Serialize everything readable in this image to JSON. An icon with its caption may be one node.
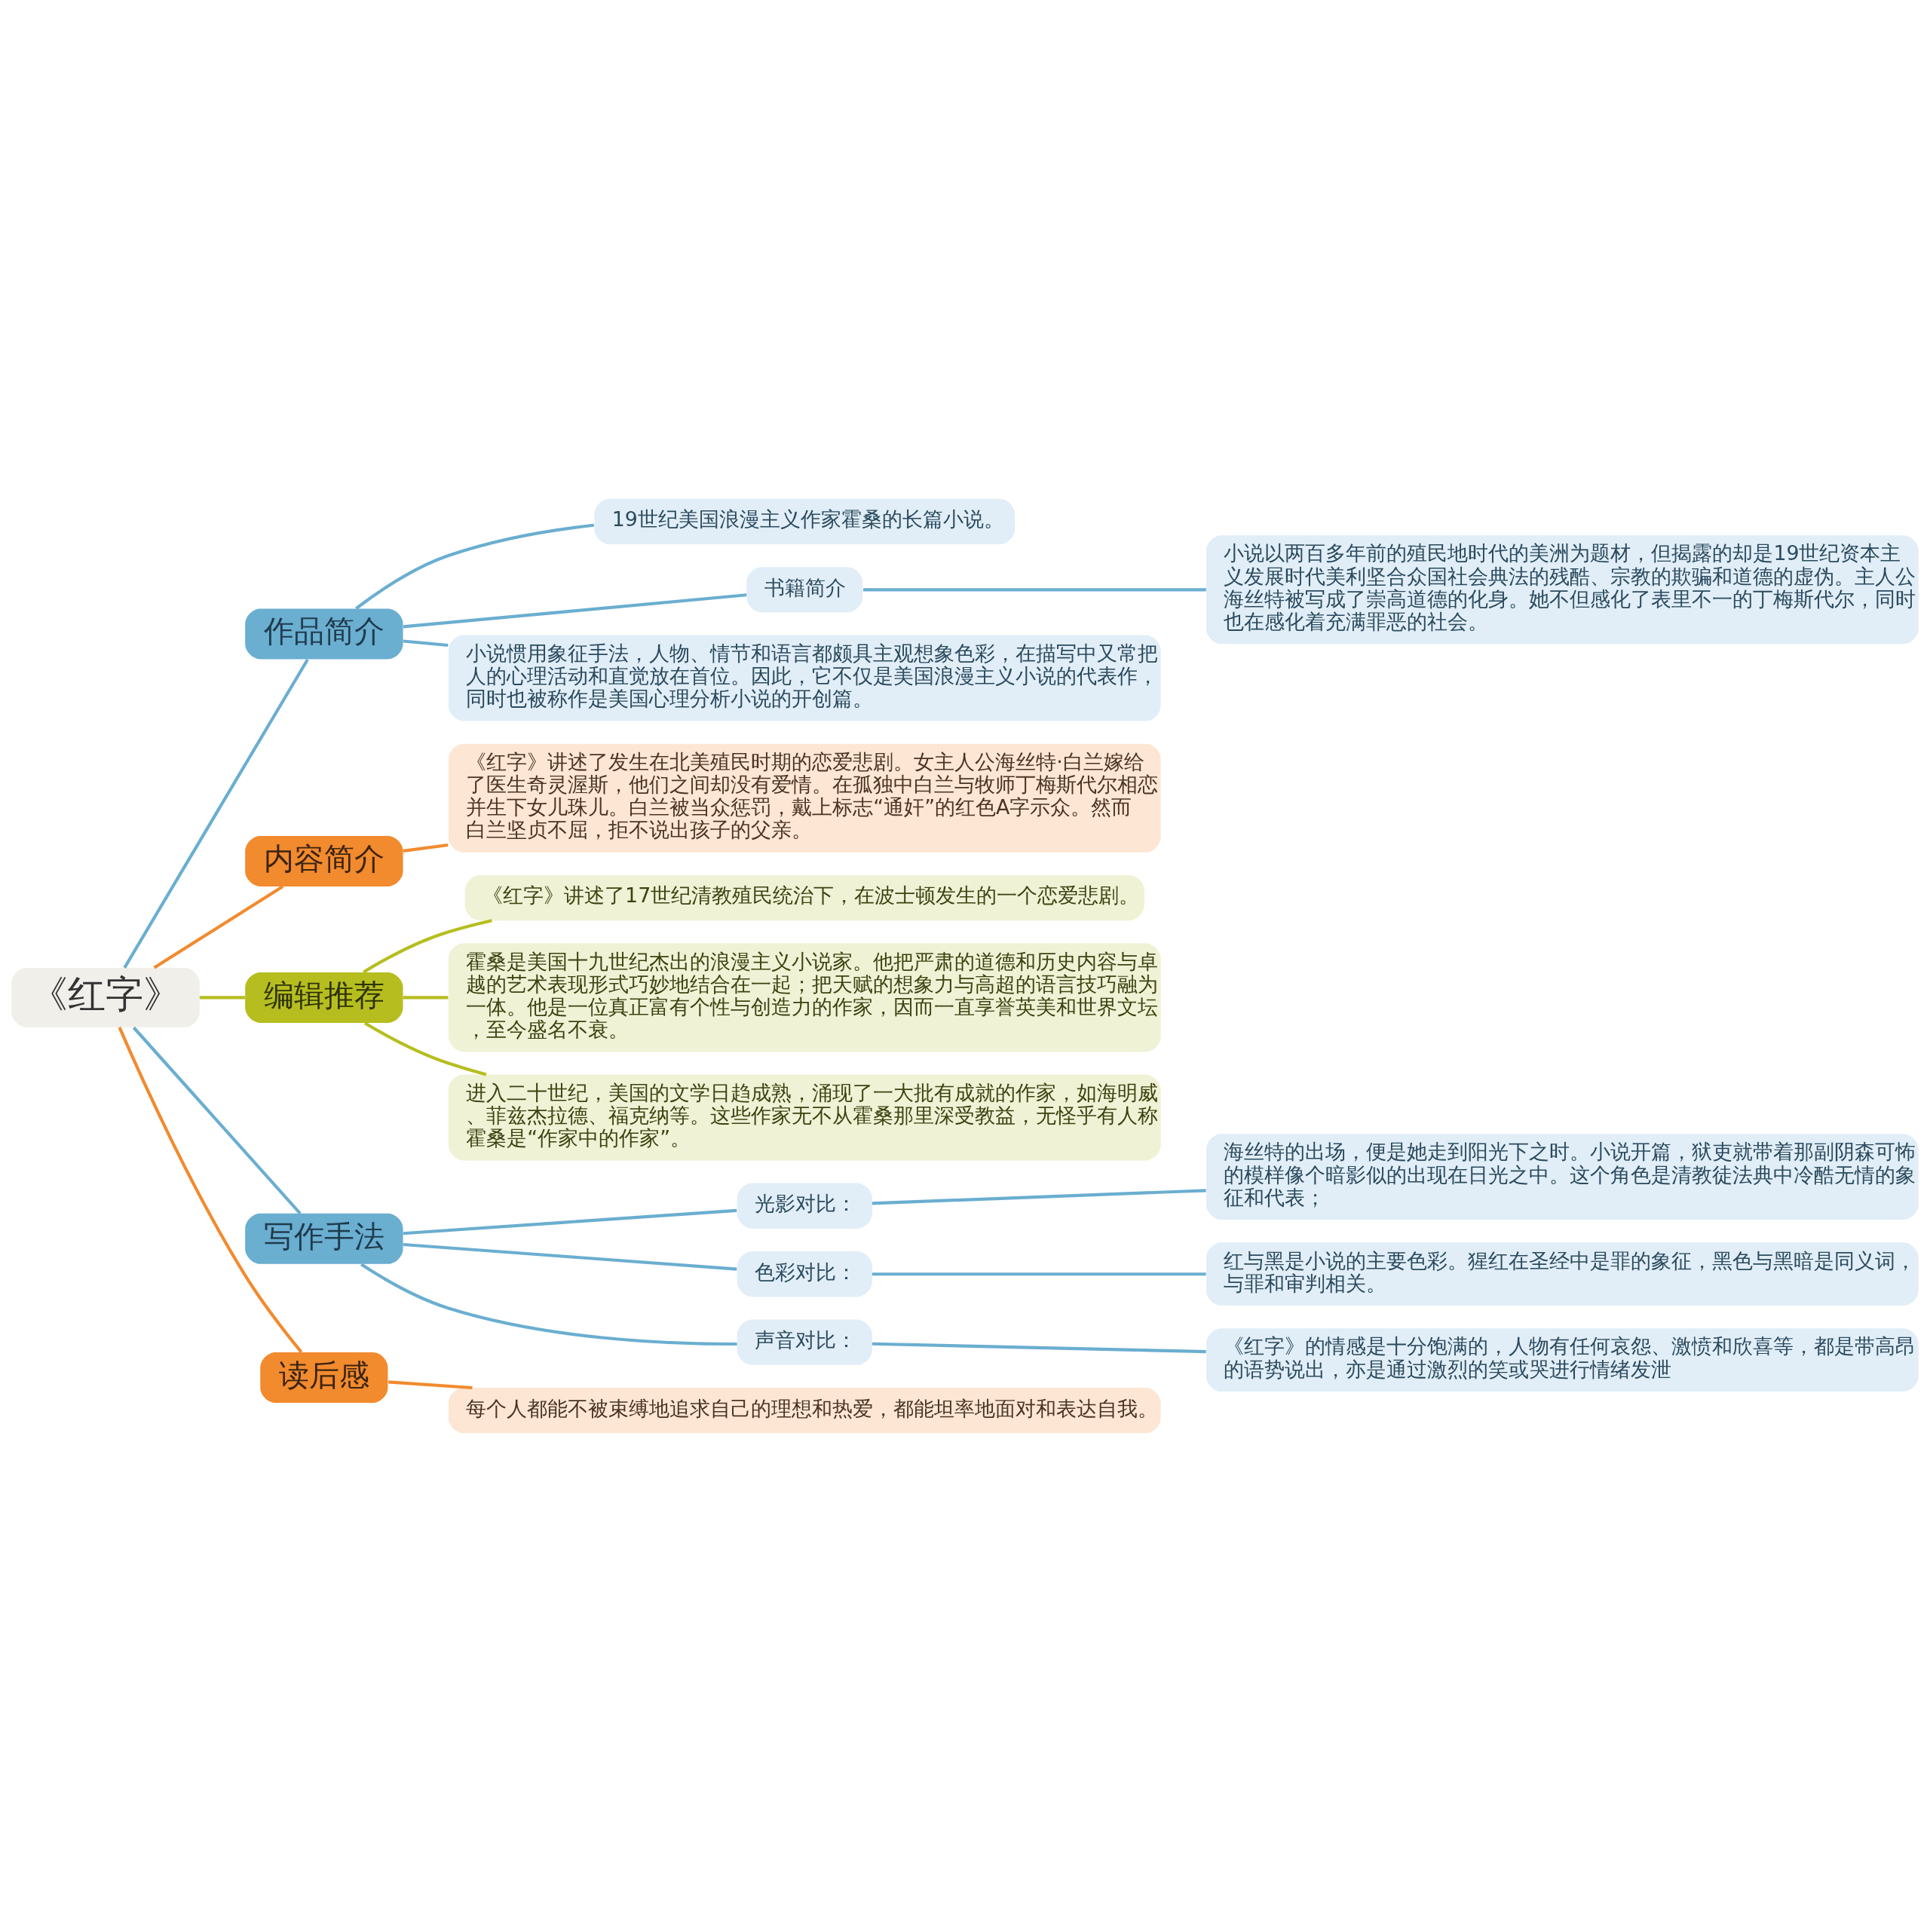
{
  "diagram": {
    "nodes": [
      {
        "text": [
          "《红字》"
        ]
      },
      {
        "text": [
          "作品简介"
        ]
      },
      {
        "text": [
          "19世纪美国浪漫主义作家霍桑的长篇小说。"
        ]
      },
      {
        "text": [
          "书籍简介"
        ]
      },
      {
        "text": [
          "小说以两百多年前的殖民地时代的美洲为题材，但揭露的却是19世纪资本主义发展时代美利坚合众国社会典法的残酷、宗教的欺骗和道德的虚伪。主人公海丝特被写成了崇高道德的化身。她不但感化了表里不一的丁梅斯代尔，同时也在感化着充满罪恶的社会。"
        ]
      },
      {
        "text": [
          "小说惯用象征手法，人物、情节和语言都颇具主观想象色彩，在描写中又常把人的心理活动和直觉放在首位。因此，它不仅是美国浪漫主义小说的代表作，同时也被称作是美国心理分析小说的开创篇。"
        ]
      },
      {
        "text": [
          "内容简介"
        ]
      },
      {
        "text": [
          "《红字》讲述了发生在北美殖民时期的恋爱悲剧。女主人公海丝特·白兰嫁给了医生奇灵渥斯，他们之间却没有爱情。在孤独中白兰与牧师丁梅斯代尔相恋并生下女儿珠儿。白兰被当众惩罚，戴上标志“通奸”的红色A字示众。然而白兰坚贞不屈，拒不说出孩子的父亲。"
        ]
      },
      {
        "text": [
          "编辑推荐"
        ]
      },
      {
        "text": [
          "《红字》讲述了17世纪清教殖民统治下，在波士顿发生的一个恋爱悲剧。"
        ]
      },
      {
        "text": [
          "霍桑是美国十九世纪杰出的浪漫主义小说家。他把严肃的道德和历史内容与卓越的艺术表现形式巧妙地结合在一起；把天赋的想象力与高超的语言技巧融为一体。他是一位真正富有个性与创造力的作家，因而一直享誉英美和世界文坛，至今盛名不衰。"
        ]
      },
      {
        "text": [
          "进入二十世纪，美国的文学日趋成熟，涌现了一大批有成就的作家，如海明威、菲兹杰拉德、福克纳等。这些作家无不从霍桑那里深受教益，无怪乎有人称霍桑是“作家中的作家”。"
        ]
      },
      {
        "text": [
          "写作手法"
        ]
      },
      {
        "text": [
          "光影对比："
        ]
      },
      {
        "text": [
          "海丝特的出场，便是她走到阳光下之时。小说开篇，狱吏就带着那副阴森可怖的模样像个暗影似的出现在日光之中。这个角色是清教徒法典中冷酷无情的象征和代表；"
        ]
      },
      {
        "text": [
          "色彩对比："
        ]
      },
      {
        "text": [
          "红与黑是小说的主要色彩。猩红在圣经中是罪的象征，黑色与黑暗是同义词，与罪和审判相关。"
        ]
      },
      {
        "text": [
          "声音对比："
        ]
      },
      {
        "text": [
          "《红字》的情感是十分饱满的，人物有任何哀怨、激愤和欣喜等，都是带高昂的语势说出，亦是通过激烈的笑或哭进行情绪发泄"
        ]
      },
      {
        "text": [
          "读后感"
        ]
      },
      {
        "text": [
          "每个人都能不被束缚地追求自己的理想和热爱，都能坦率地面对和表达自我。"
        ]
      }
    ],
    "edges": [
      {
        "from": 0,
        "to": 1,
        "arrow": "none"
      },
      {
        "from": 1,
        "to": 2,
        "arrow": "none"
      },
      {
        "from": 1,
        "to": 3,
        "arrow": "none"
      },
      {
        "from": 3,
        "to": 4,
        "arrow": "none"
      },
      {
        "from": 1,
        "to": 5,
        "arrow": "none"
      },
      {
        "from": 0,
        "to": 6,
        "arrow": "none",
        "color": "#f28a2e"
      },
      {
        "from": 6,
        "to": 7,
        "arrow": "none",
        "color": "#f28a2e"
      },
      {
        "from": 0,
        "to": 8,
        "arrow": "none",
        "color": "#b6be1f"
      },
      {
        "from": 8,
        "to": 9,
        "arrow": "none",
        "color": "#b6be1f"
      },
      {
        "from": 8,
        "to": 10,
        "arrow": "none",
        "color": "#b6be1f"
      },
      {
        "from": 8,
        "to": 11,
        "arrow": "none",
        "color": "#b6be1f"
      },
      {
        "from": 0,
        "to": 12,
        "arrow": "none"
      },
      {
        "from": 12,
        "to": 13,
        "arrow": "none"
      },
      {
        "from": 13,
        "to": 14,
        "arrow": "none"
      },
      {
        "from": 12,
        "to": 15,
        "arrow": "none"
      },
      {
        "from": 15,
        "to": 16,
        "arrow": "none"
      },
      {
        "from": 12,
        "to": 17,
        "arrow": "none"
      },
      {
        "from": 17,
        "to": 18,
        "arrow": "none"
      },
      {
        "from": 0,
        "to": 19,
        "arrow": "none",
        "color": "#f28a2e"
      },
      {
        "from": 19,
        "to": 20,
        "arrow": "none",
        "color": "#f28a2e"
      }
    ]
  }
}
